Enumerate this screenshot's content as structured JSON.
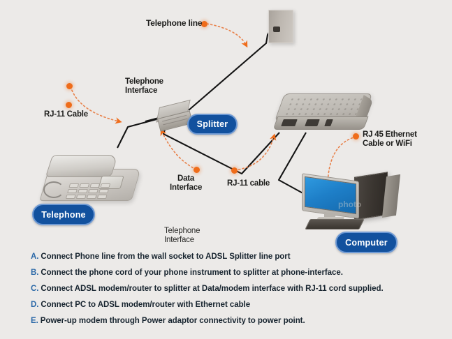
{
  "diagram": {
    "background_color": "#eceae8",
    "accent_color": "#ef6c1a",
    "badge_color": "#12519e",
    "badge_border_color": "#6f9ad4",
    "cable_color": "#111111",
    "callouts": [
      {
        "id": "telephone-line",
        "text": "Telephone line"
      },
      {
        "id": "telephone-interface",
        "text": "Telephone\nInterface"
      },
      {
        "id": "rj11-cable-left",
        "text": "RJ-11 Cable"
      },
      {
        "id": "data-interface",
        "text": "Data\nInterface"
      },
      {
        "id": "rj11-cable-mid",
        "text": "RJ-11 cable"
      },
      {
        "id": "rj45-ethernet",
        "text": "RJ 45 Ethernet\nCable or WiFi"
      },
      {
        "id": "telephone-interface-bottom",
        "text": "Telephone\nInterface"
      }
    ],
    "badges": [
      {
        "id": "splitter",
        "label": "Splitter"
      },
      {
        "id": "telephone",
        "label": "Telephone"
      },
      {
        "id": "computer",
        "label": "Computer"
      }
    ],
    "devices": [
      {
        "id": "wall-socket",
        "name": "wall telephone socket"
      },
      {
        "id": "splitter",
        "name": "ADSL splitter"
      },
      {
        "id": "telephone",
        "name": "desk telephone"
      },
      {
        "id": "modem",
        "name": "ADSL modem router"
      },
      {
        "id": "computer",
        "name": "desktop computer"
      }
    ],
    "computer_watermark": "photo"
  },
  "instructions": [
    {
      "key": "A.",
      "text": "Connect Phone line from the wall socket to ADSL Splitter line port"
    },
    {
      "key": "B.",
      "text": "Connect the phone cord of your phone instrument to splitter at phone-interface."
    },
    {
      "key": "C.",
      "text": "Connect ADSL modem/router to splitter at Data/modem interface with RJ-11 cord supplied."
    },
    {
      "key": "D.",
      "text": "Connect PC to ADSL modem/router with Ethernet cable"
    },
    {
      "key": "E.",
      "text": "Power-up modem through Power adaptor connectivity to power point."
    }
  ]
}
